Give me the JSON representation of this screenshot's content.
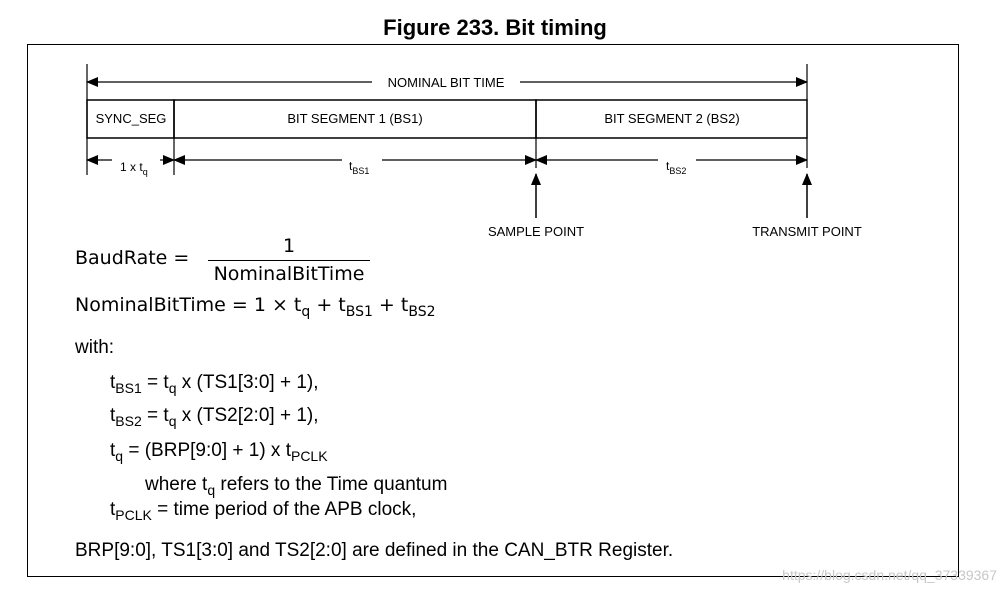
{
  "figure": {
    "title": "Figure 233. Bit timing"
  },
  "diagram": {
    "nominal_label": "NOMINAL BIT TIME",
    "segments": {
      "sync": "SYNC_SEG",
      "bs1": "BIT SEGMENT 1 (BS1)",
      "bs2": "BIT SEGMENT 2 (BS2)"
    },
    "durations": {
      "sync_prefix": "1 x t",
      "sync_sub": "q",
      "bs1_t": "t",
      "bs1_sub": "BS1",
      "bs2_t": "t",
      "bs2_sub": "BS2"
    },
    "points": {
      "sample": "SAMPLE POINT",
      "transmit": "TRANSMIT POINT"
    }
  },
  "equations": {
    "baud_lhs": "BaudRate  =",
    "baud_num": "1",
    "baud_den": "NominalBitTime",
    "nbt_lhs": "NominalBitTime  =  1 × t",
    "nbt_sub_q": "q",
    "nbt_plus1": " + t",
    "nbt_sub_bs1": "BS1",
    "nbt_plus2": " + t",
    "nbt_sub_bs2": "BS2",
    "with": "with:",
    "l1_t": "t",
    "l1_sub": "BS1",
    "l1_mid": " = t",
    "l1_sub2": "q",
    "l1_rest": " x (TS1[3:0] + 1),",
    "l2_t": "t",
    "l2_sub": "BS2",
    "l2_mid": " = t",
    "l2_sub2": "q",
    "l2_rest": " x (TS2[2:0] + 1),",
    "l3_t": "t",
    "l3_sub": "q",
    "l3_mid": " = (BRP[9:0] + 1) x t",
    "l3_sub2": "PCLK",
    "l4_a": "where t",
    "l4_sub": "q",
    "l4_b": " refers to the Time quantum",
    "l5_t": "t",
    "l5_sub": "PCLK",
    "l5_rest": " = time period of the APB clock,",
    "footer": "BRP[9:0], TS1[3:0] and TS2[2:0] are defined in the CAN_BTR Register."
  },
  "watermark": "https://blog.csdn.net/qq_37339367"
}
